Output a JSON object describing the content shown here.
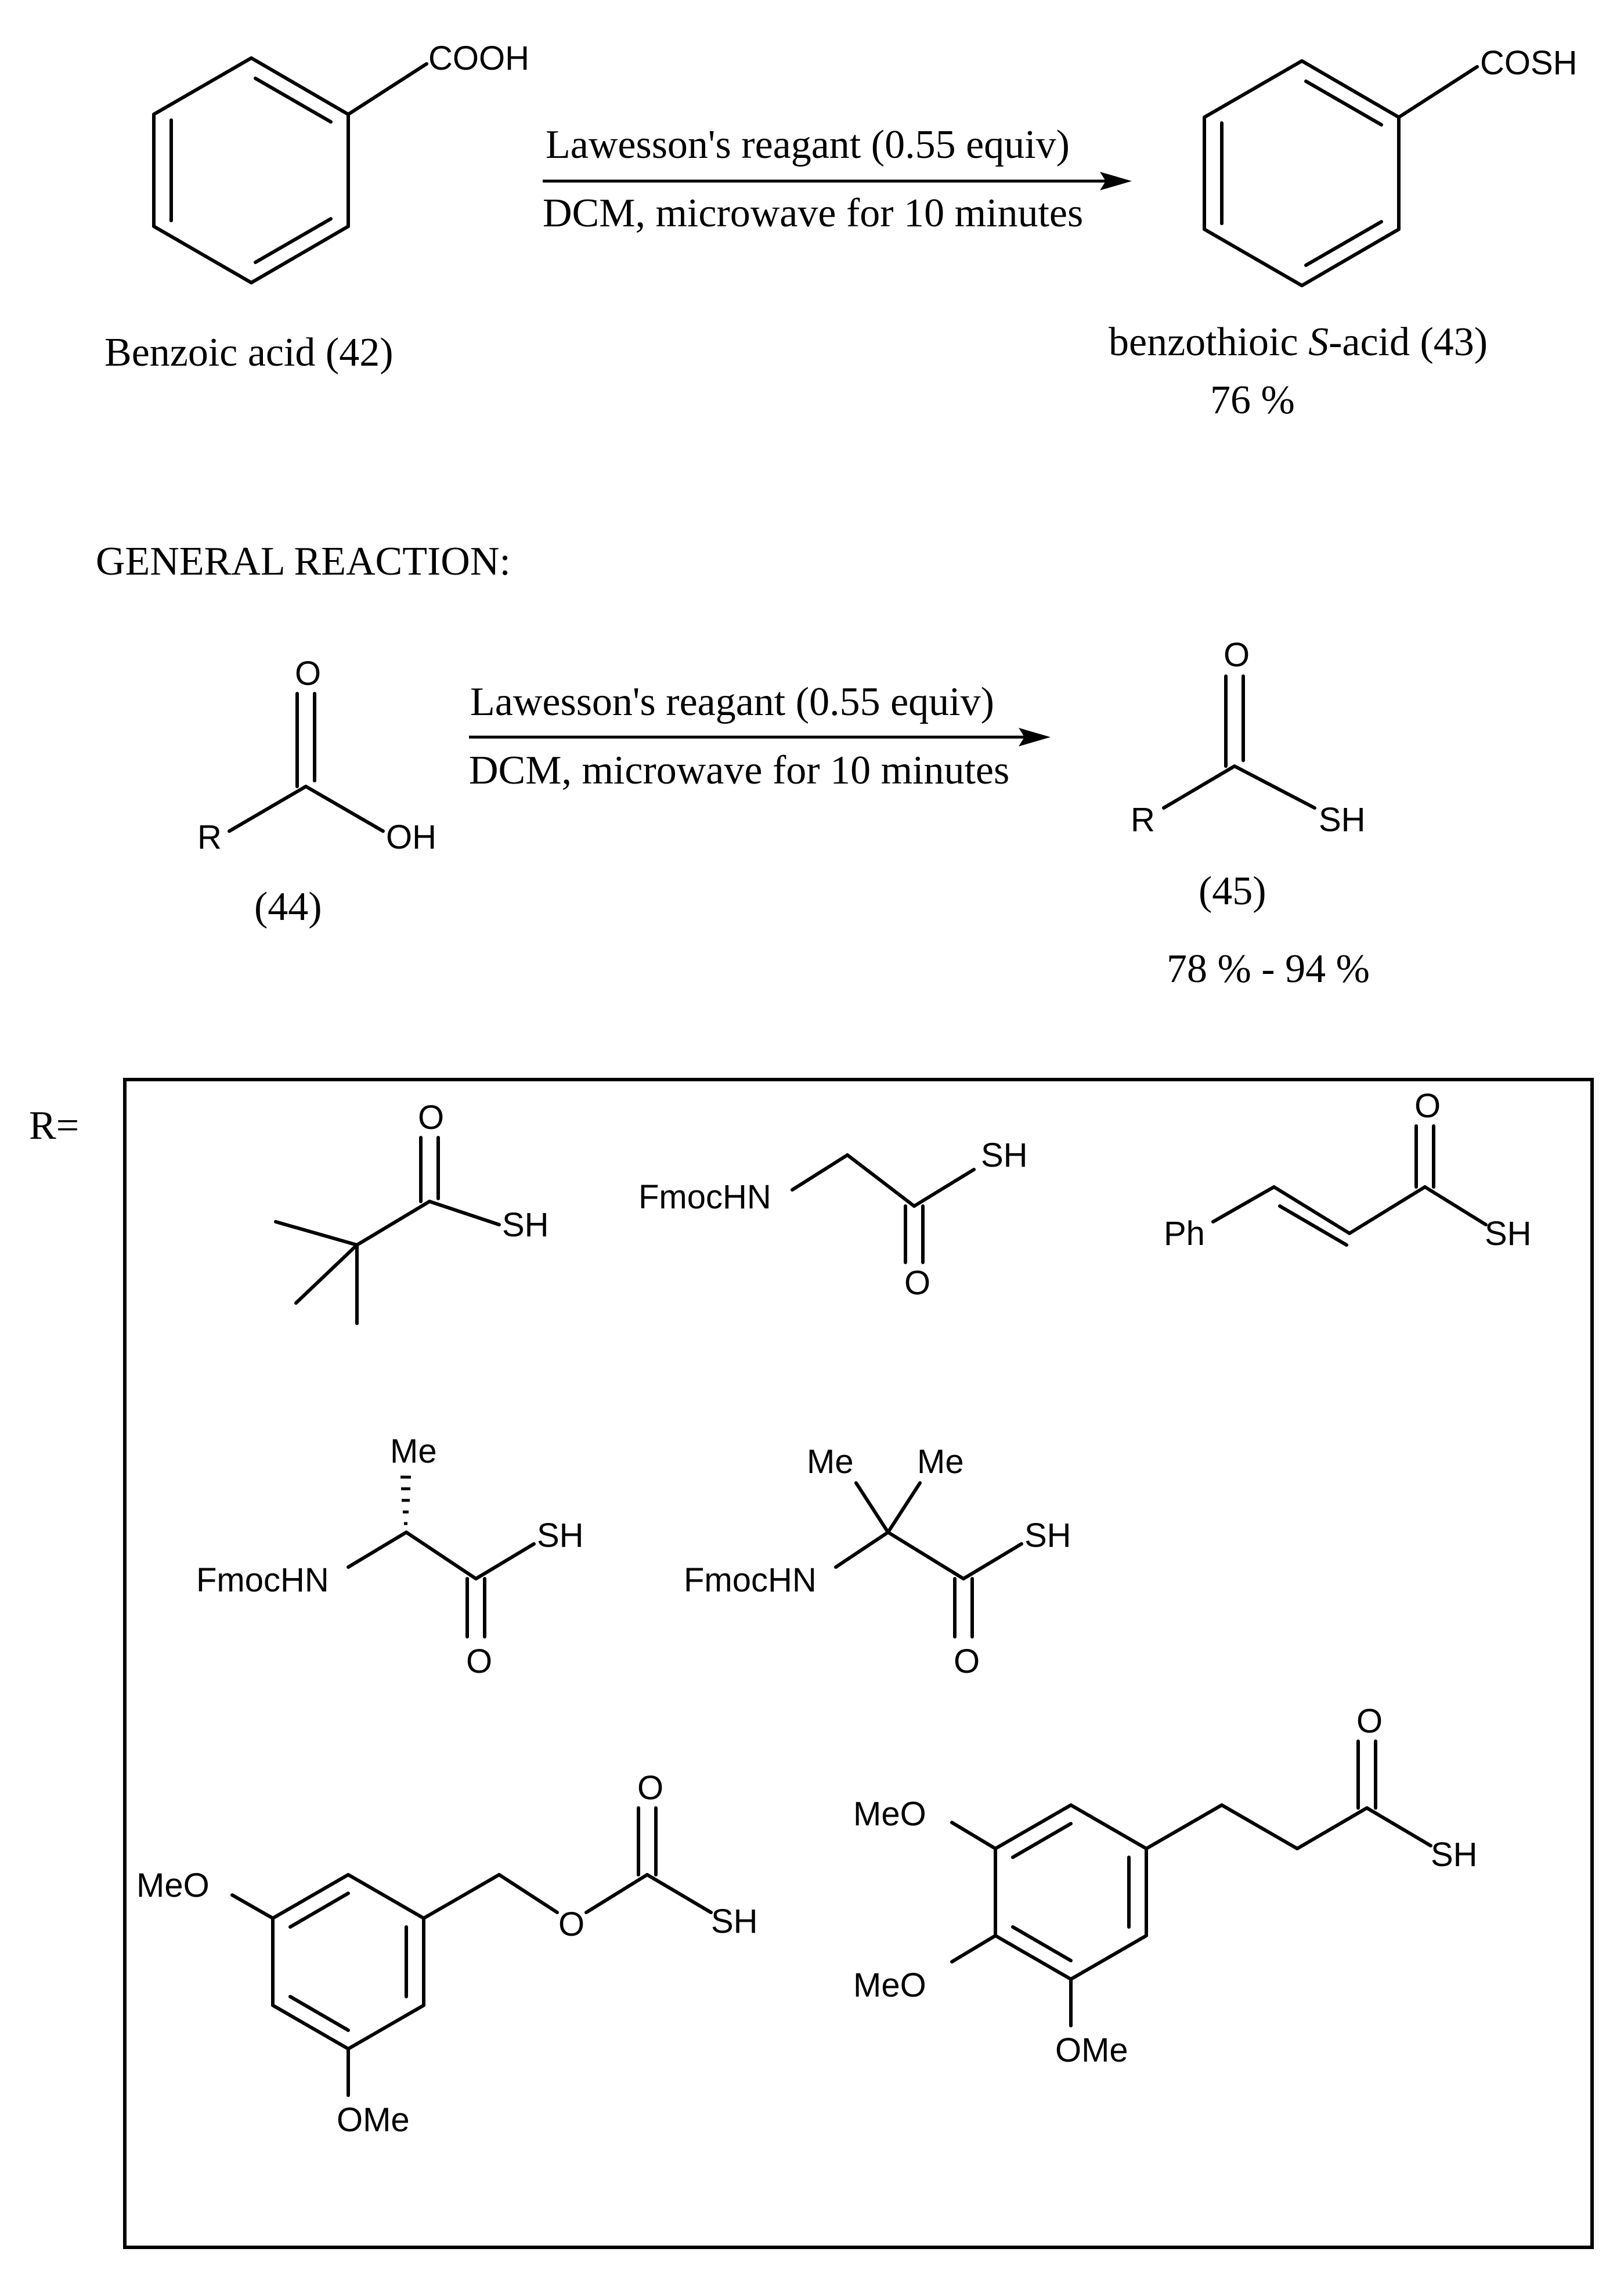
{
  "reaction1": {
    "reagent": "Lawesson's reagant (0.55 equiv)",
    "conditions": "DCM, microwave for 10 minutes",
    "start_group": "COOH",
    "start_label": "Benzoic acid (42)",
    "product_group": "COSH",
    "product_label_pre": "benzothioic ",
    "product_label_s": "S",
    "product_label_post": "-acid (43)",
    "product_yield": "76 %"
  },
  "general": {
    "heading": "GENERAL  REACTION:",
    "reagent": "Lawesson's reagant (0.55 equiv)",
    "conditions": "DCM, microwave for 10 minutes",
    "sm_o": "O",
    "sm_r": "R",
    "sm_oh": "OH",
    "sm_label": "(44)",
    "prod_o": "O",
    "prod_r": "R",
    "prod_sh": "SH",
    "prod_label": "(45)",
    "prod_yield": "78 % - 94 %"
  },
  "r_groups": {
    "label": "R=",
    "atoms": {
      "o": "O",
      "sh": "SH",
      "fmochn": "FmocHN",
      "ph": "Ph",
      "me": "Me",
      "meo": "MeO",
      "ome": "OMe"
    }
  }
}
